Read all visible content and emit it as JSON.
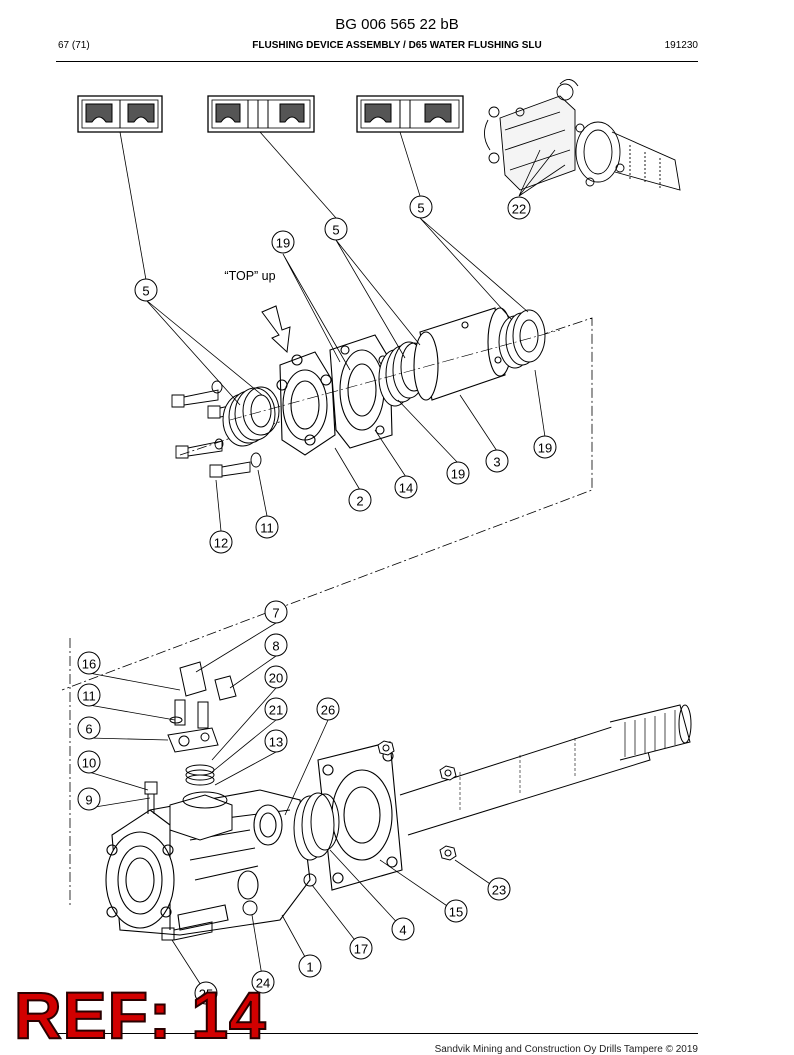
{
  "header": {
    "doc_number": "BG 006 565 22 bB",
    "page": "67 (71)",
    "section_title": "FLUSHING DEVICE ASSEMBLY / D65 WATER FLUSHING SLU",
    "date_code": "191230"
  },
  "annotation": {
    "top_up": "“TOP” up"
  },
  "callouts": {
    "c22": "22",
    "c5a": "5",
    "c5b": "5",
    "c5c": "5",
    "c19a": "19",
    "c3": "3",
    "c19b": "19",
    "c19c": "19",
    "c14": "14",
    "c2": "2",
    "c11a": "11",
    "c12": "12",
    "c7": "7",
    "c8": "8",
    "c16": "16",
    "c20": "20",
    "c11b": "11",
    "c21": "21",
    "c26": "26",
    "c6": "6",
    "c13": "13",
    "c10": "10",
    "c9": "9",
    "c23": "23",
    "c15": "15",
    "c4": "4",
    "c17": "17",
    "c1": "1",
    "c24": "24",
    "c25": "25"
  },
  "stamp": "REF: 14",
  "footer": "Sandvik Mining and Construction Oy Drills Tampere © 2019"
}
